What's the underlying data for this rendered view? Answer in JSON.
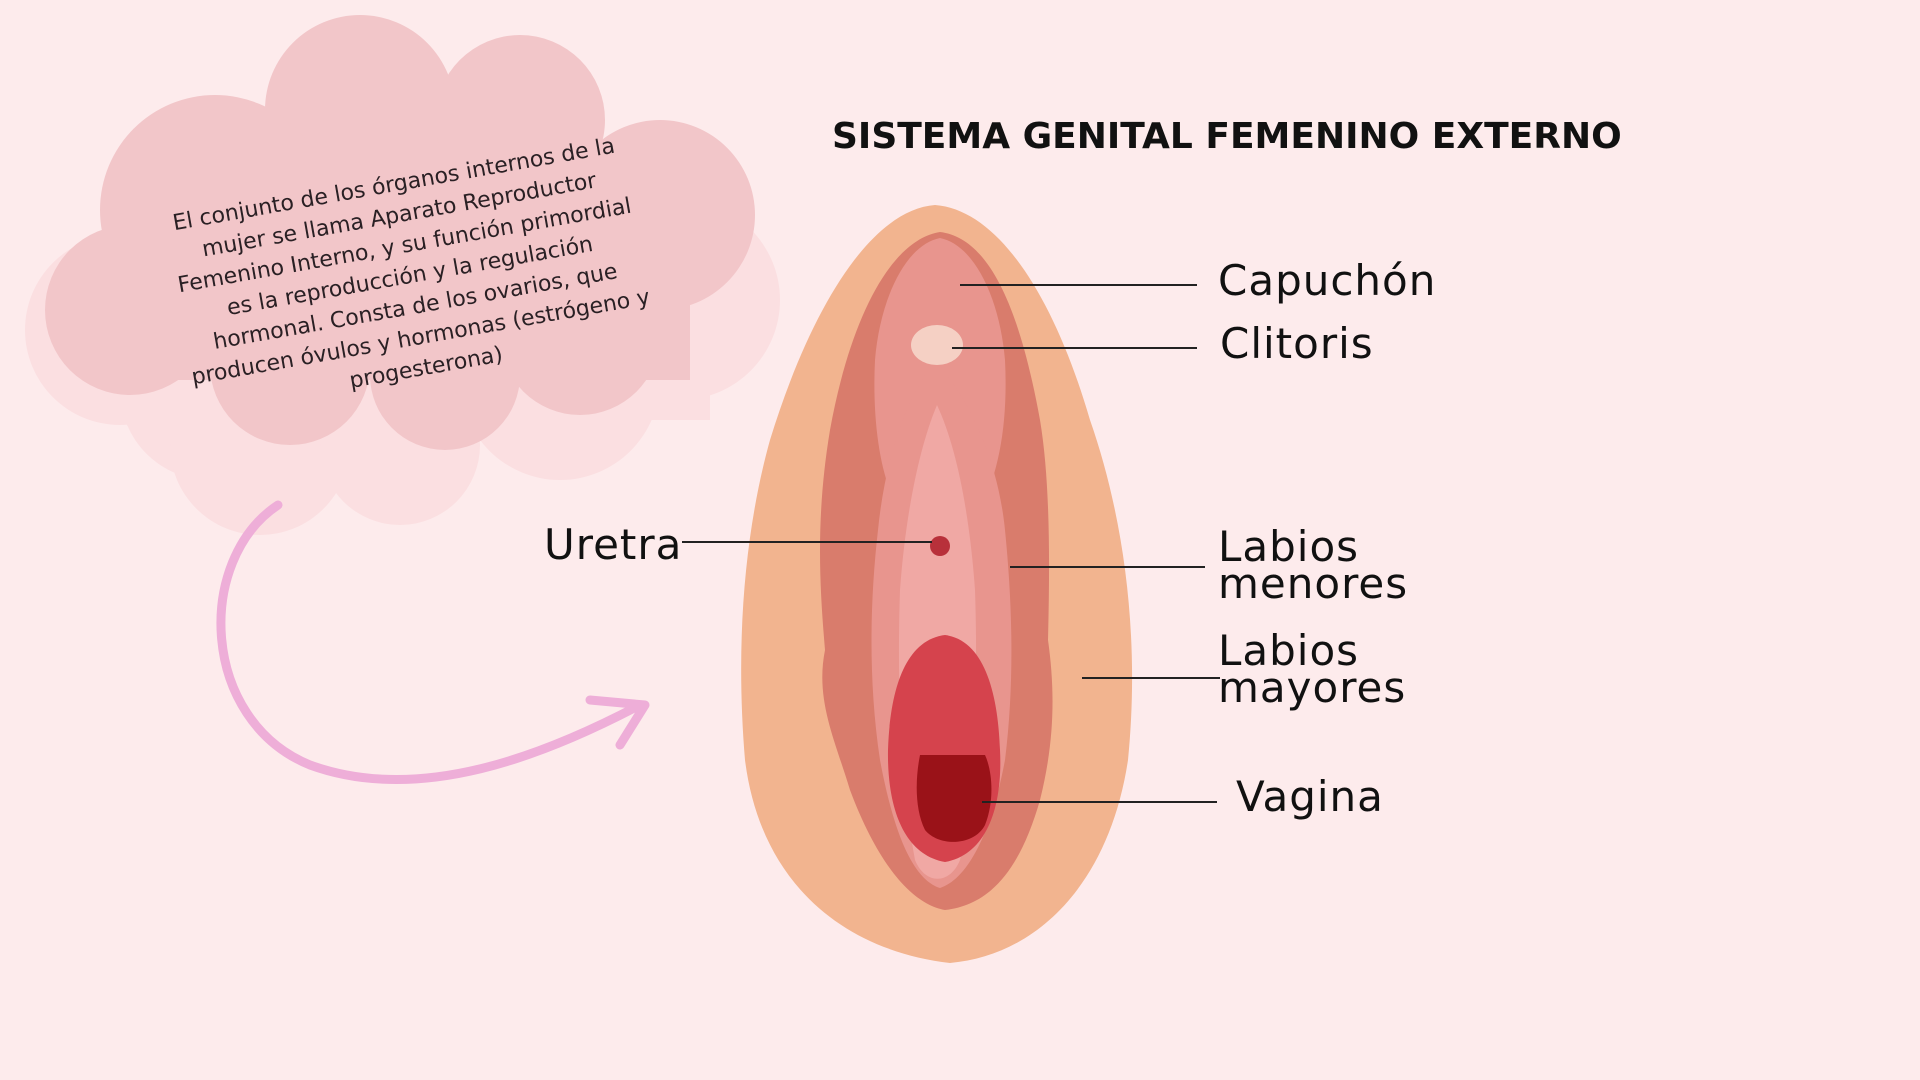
{
  "title": "SISTEMA GENITAL FEMENINO EXTERNO",
  "description": "El conjunto de los órganos internos de la mujer se llama Aparato Reproductor Femenino Interno, y su función primordial es la reproducción y la regulación hormonal. Consta de los ovarios, que producen óvulos y hormonas (estrógeno y progesterona)",
  "labels": {
    "capuchon": "Capuchón",
    "clitoris": "Clitoris",
    "uretra": "Uretra",
    "labios_menores": [
      "Labios",
      "menores"
    ],
    "labios_mayores": [
      "Labios",
      "mayores"
    ],
    "vagina": "Vagina"
  },
  "colors": {
    "background": "#fdebec",
    "cloud_back": "#fbdfe1",
    "cloud_front": "#f2c6c9",
    "arrow": "#eeaed8",
    "skin": "#f2b48f",
    "labia_major": "#d97c6c",
    "labia_minor": "#e8958e",
    "vestibule": "#f0a8a4",
    "vaginal_opening": "#d5434d",
    "vaginal_deep": "#9a1218"
  }
}
